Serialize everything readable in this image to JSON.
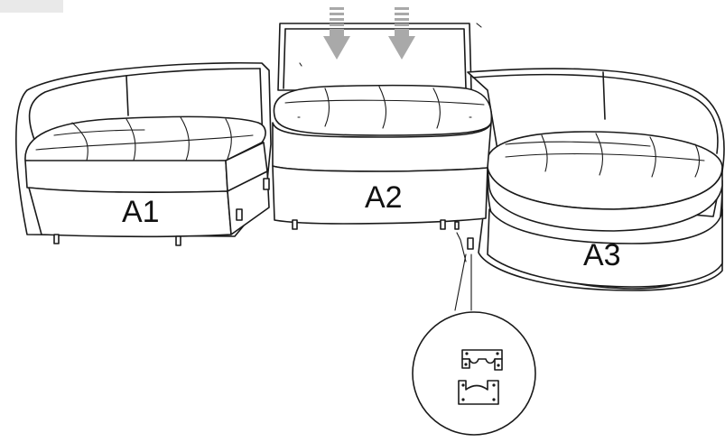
{
  "labels": {
    "a1": "A1",
    "a2": "A2",
    "a3": "A3"
  },
  "colors": {
    "line": "#1a1a1a",
    "arrow": "#a9a9a9",
    "background": "#ffffff"
  },
  "icons": [
    "down-arrow-icon",
    "connector-bracket-icon"
  ]
}
